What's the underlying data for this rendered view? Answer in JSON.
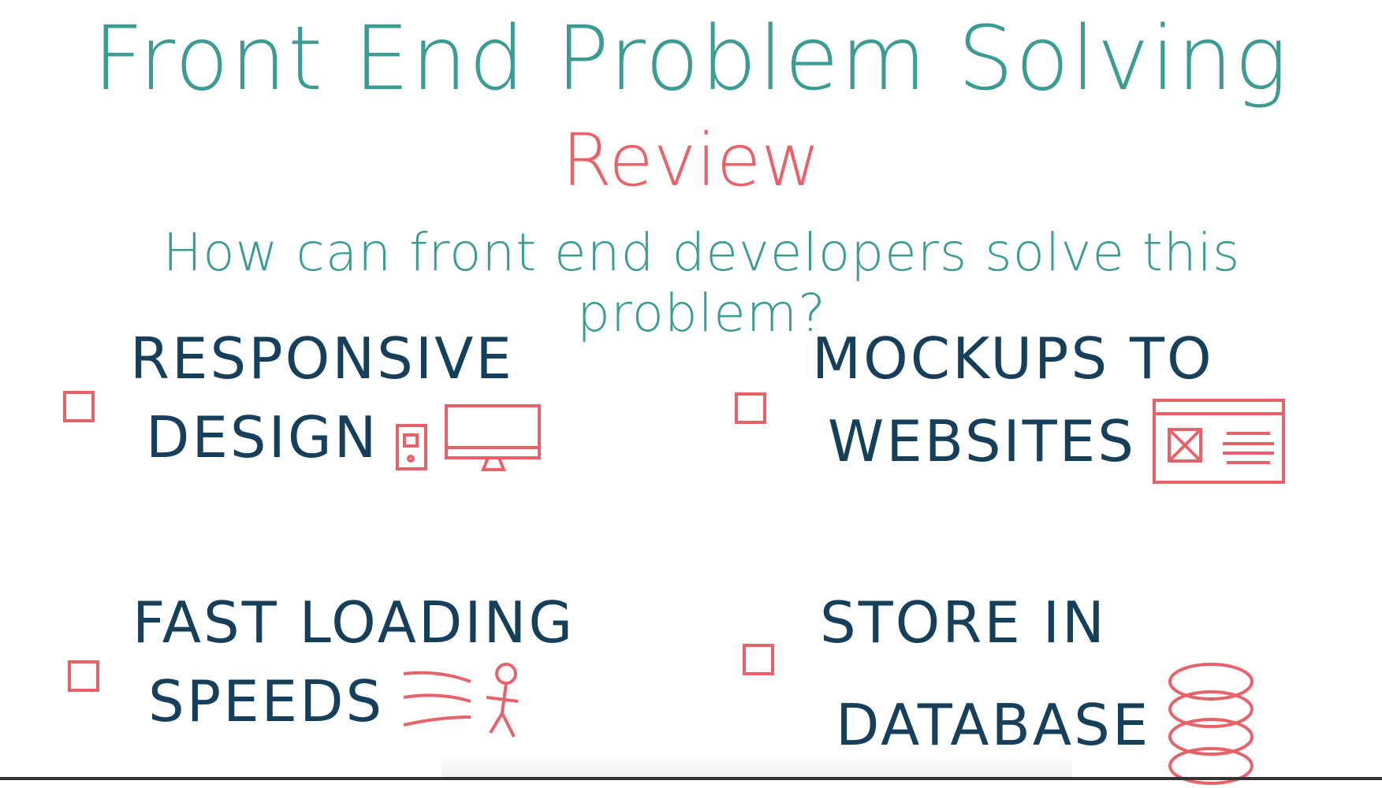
{
  "title": "Front End Problem Solving",
  "subtitle": "Review",
  "question": "How can front end developers solve this problem?",
  "options": [
    {
      "line1": "Responsive",
      "line2": "Design",
      "icon": "devices-icon"
    },
    {
      "line1": "Mockups to",
      "line2": "Websites",
      "icon": "webpage-mockup-icon"
    },
    {
      "line1": "Fast loading",
      "line2": "speeds",
      "icon": "running-person-icon"
    },
    {
      "line1": "Store in",
      "line2": "Database",
      "icon": "database-icon"
    }
  ],
  "colors": {
    "title": "#3a9c92",
    "accent": "#e8626a",
    "text": "#163f5c"
  }
}
